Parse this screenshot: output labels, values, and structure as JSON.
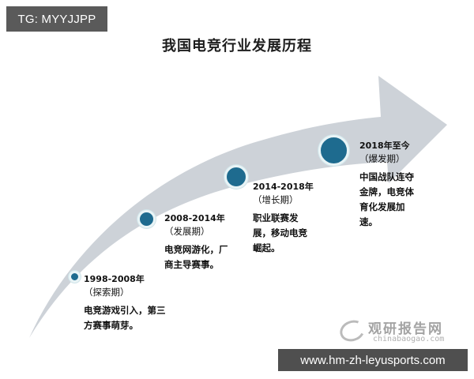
{
  "badges": {
    "top_left": "TG: MYYJJPP",
    "bottom_right": "www.hm-zh-leyusports.com"
  },
  "title": "我国电竞行业发展历程",
  "diagram": {
    "type": "timeline-arrow",
    "arrow_color": "#cdd2d8",
    "dot_color": "#1e6b8f",
    "stages": [
      {
        "year": "1998-2008年",
        "phase": "（探索期）",
        "desc": "电竞游戏引入，第三方赛事萌芽。"
      },
      {
        "year": "2008-2014年",
        "phase": "（发展期）",
        "desc": "电竞网游化，厂商主导赛事。"
      },
      {
        "year": "2014-2018年",
        "phase": "（增长期）",
        "desc": "职业联赛发展，移动电竞崛起。"
      },
      {
        "year": "2018年至今",
        "phase": "（爆发期）",
        "desc": "中国战队连夺金牌，电竞体育化发展加速。"
      }
    ]
  },
  "watermark": {
    "name_cn": "观研报告网",
    "name_en": "chinabaogao.com",
    "icon": "swirl-logo-icon"
  }
}
